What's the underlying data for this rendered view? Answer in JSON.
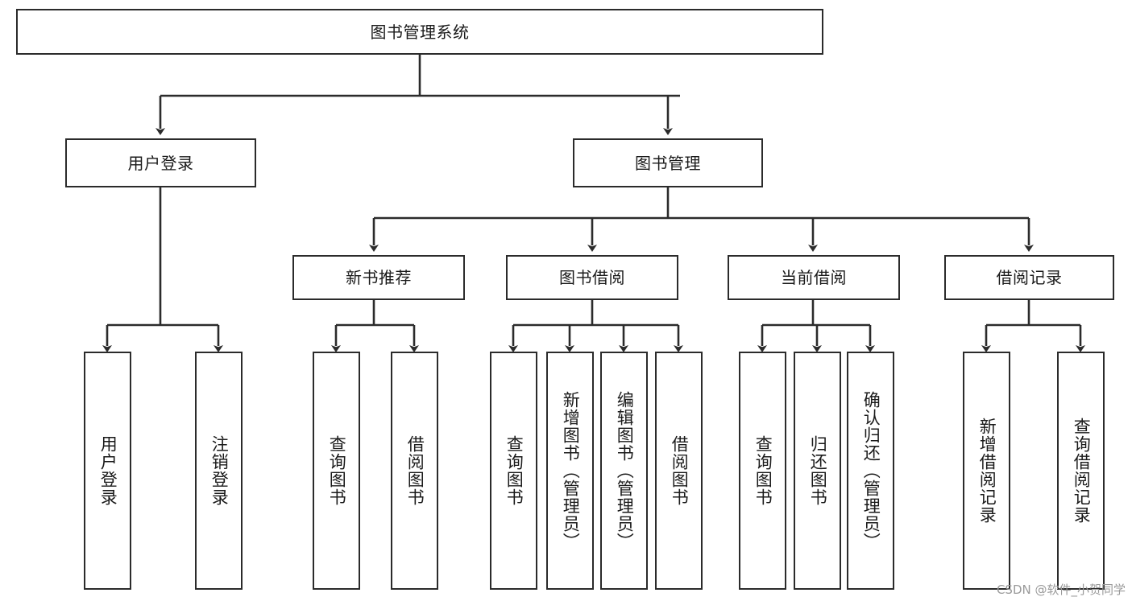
{
  "diagram": {
    "type": "tree-hierarchy-chart",
    "title": "图书管理系统",
    "line_color": "#2b2b2b",
    "box_fill": "#ffffff",
    "text_color": "#1a1a1a",
    "watermark": "CSDN @软件_小贺同学",
    "levels": {
      "root": {
        "label": "图书管理系统"
      },
      "level2": [
        {
          "id": "user-login",
          "label": "用户登录"
        },
        {
          "id": "book-manage",
          "label": "图书管理"
        }
      ],
      "level3": [
        {
          "id": "new-book-recommend",
          "label": "新书推荐"
        },
        {
          "id": "book-borrow",
          "label": "图书借阅"
        },
        {
          "id": "current-borrow",
          "label": "当前借阅"
        },
        {
          "id": "borrow-record",
          "label": "借阅记录"
        }
      ],
      "leaves": {
        "user-login": [
          {
            "id": "leaf-user-login",
            "label": "用户登录"
          },
          {
            "id": "leaf-logout-login",
            "label": "注销登录"
          }
        ],
        "new-book-recommend": [
          {
            "id": "leaf-query-book-1",
            "label": "查询图书"
          },
          {
            "id": "leaf-borrow-book-1",
            "label": "借阅图书"
          }
        ],
        "book-borrow": [
          {
            "id": "leaf-query-book-2",
            "label": "查询图书"
          },
          {
            "id": "leaf-add-book",
            "label": "新增图书（管理员）"
          },
          {
            "id": "leaf-edit-book",
            "label": "编辑图书（管理员）"
          },
          {
            "id": "leaf-borrow-book-2",
            "label": "借阅图书"
          }
        ],
        "current-borrow": [
          {
            "id": "leaf-query-book-3",
            "label": "查询图书"
          },
          {
            "id": "leaf-return-book",
            "label": "归还图书"
          },
          {
            "id": "leaf-confirm-return",
            "label": "确认归还（管理员）"
          }
        ],
        "borrow-record": [
          {
            "id": "leaf-add-record",
            "label": "新增借阅记录"
          },
          {
            "id": "leaf-query-record",
            "label": "查询借阅记录"
          }
        ]
      }
    }
  }
}
